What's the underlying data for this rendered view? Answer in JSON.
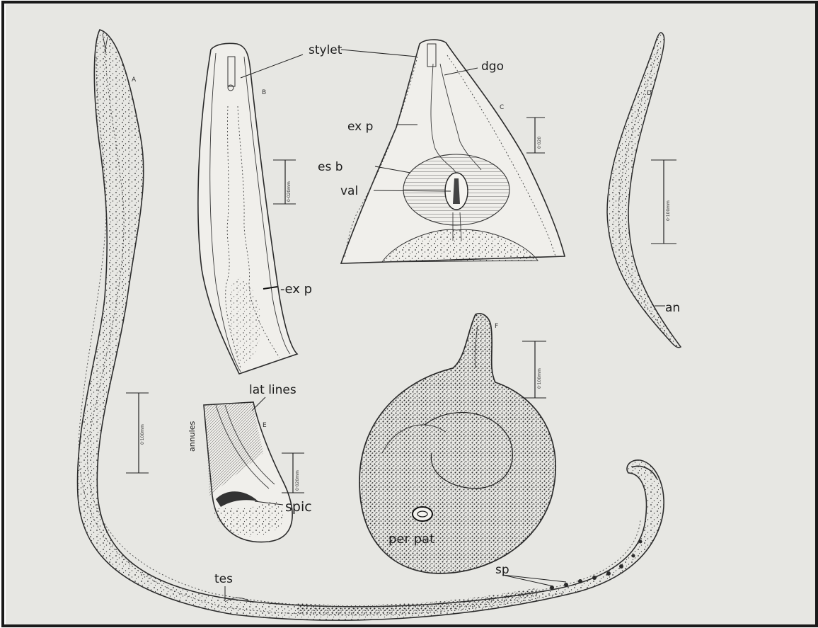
{
  "panels": {
    "a": "A",
    "b": "B",
    "c": "C",
    "d": "D",
    "e": "E",
    "f": "F"
  },
  "labels": {
    "stylet": "stylet",
    "dgo": "dgo",
    "exp_c": "ex p",
    "esb": "es b",
    "val": "val",
    "exp_b": "-ex p",
    "lat_lines": "lat lines",
    "annules": "annules",
    "spic": "spic",
    "per_pat": "per pat",
    "an": "an",
    "tes": "tes",
    "sp": "sp"
  },
  "scale_bars": {
    "a": "0·100mm",
    "b": "0·020mm",
    "c": "0·020",
    "d": "0·100mm",
    "e": "0·020mm",
    "f": "0·100mm"
  },
  "colors": {
    "paper": "#ebeae6",
    "ink": "#2b2b2b",
    "frame": "#1a1a1a"
  }
}
